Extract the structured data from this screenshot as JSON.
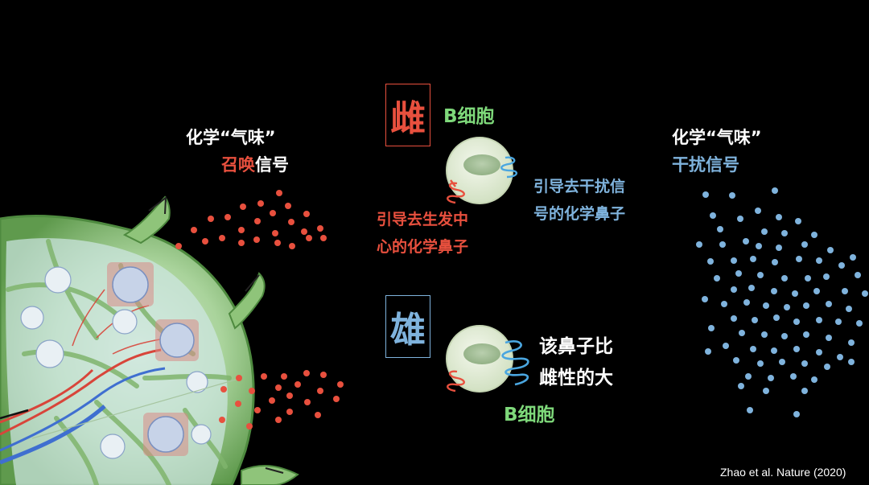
{
  "left_heading": {
    "line1": "化学“气味”",
    "line2_red": "召唤",
    "line2_white": "信号"
  },
  "right_heading": {
    "line1": "化学“气味”",
    "line2": "干扰信号"
  },
  "female": {
    "sex_label": "雌",
    "cell_label": "B细胞",
    "red_receptor_label_line1": "引导去生发中",
    "red_receptor_label_line2": "心的化学鼻子",
    "blue_receptor_label_line1": "引导去干扰信",
    "blue_receptor_label_line2": "号的化学鼻子"
  },
  "male": {
    "sex_label": "雄",
    "cell_label": "B细胞",
    "blue_receptor_label_line1": "该鼻子比",
    "blue_receptor_label_line2": "雌性的大"
  },
  "citation": "Zhao et al. Nature (2020)",
  "colors": {
    "background": "#000000",
    "attract_signal": "#e8503e",
    "interference_signal": "#7fb3dd",
    "b_cell_label": "#7ed87a",
    "lymph_node": "#8fc47a",
    "cell_body": "#e4eed8"
  },
  "icons": [
    "lymph-node-illustration",
    "b-cell-icon",
    "red-receptor-icon",
    "blue-receptor-icon",
    "signal-particles"
  ]
}
